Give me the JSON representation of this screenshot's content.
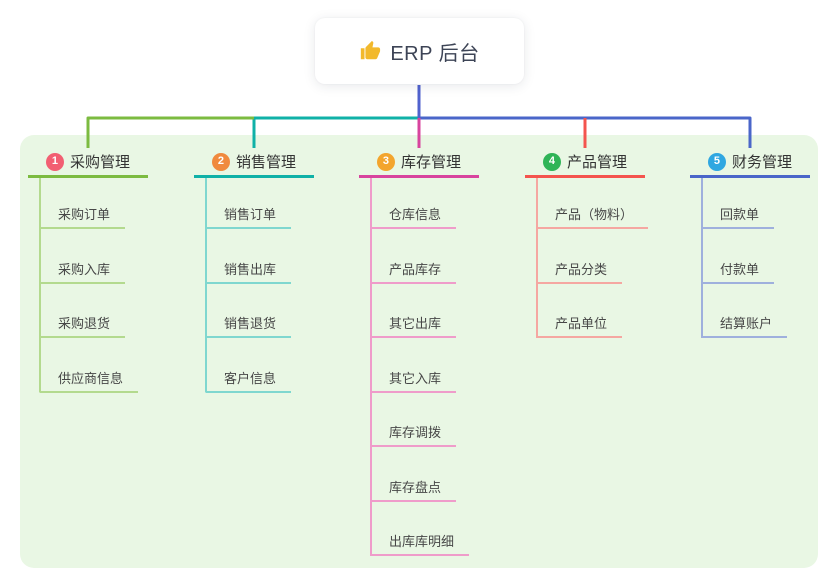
{
  "app": {
    "root_title": "ERP 后台",
    "root_icon": "thumbs-up-icon"
  },
  "palette": {
    "canvas_bg": "#ffffff",
    "panel_bg": "#e9f7e4",
    "root_connector": "#5062ce",
    "title_text": "#333333",
    "child_text": "#474747",
    "root_text": "#3d4456",
    "thumb_icon": "#f2b92c"
  },
  "branches": [
    {
      "number": "1",
      "title": "采购管理",
      "badge_color": "#f25f72",
      "line_color": "#7cbb40",
      "child_line_color": "#b3da8e",
      "children": [
        "采购订单",
        "采购入库",
        "采购退货",
        "供应商信息"
      ]
    },
    {
      "number": "2",
      "title": "销售管理",
      "badge_color": "#f08a3e",
      "line_color": "#10b1a7",
      "child_line_color": "#7fd7cf",
      "children": [
        "销售订单",
        "销售出库",
        "销售退货",
        "客户信息"
      ]
    },
    {
      "number": "3",
      "title": "库存管理",
      "badge_color": "#f3a52d",
      "line_color": "#d8449e",
      "child_line_color": "#ef9cca",
      "children": [
        "仓库信息",
        "产品库存",
        "其它出库",
        "其它入库",
        "库存调拨",
        "库存盘点",
        "出库库明细"
      ]
    },
    {
      "number": "4",
      "title": "产品管理",
      "badge_color": "#2fb457",
      "line_color": "#f4544e",
      "child_line_color": "#f5a7a1",
      "children": [
        "产品（物料）",
        "产品分类",
        "产品单位"
      ]
    },
    {
      "number": "5",
      "title": "财务管理",
      "badge_color": "#2fa7e1",
      "line_color": "#4a66c9",
      "child_line_color": "#9fb0dd",
      "children": [
        "回款单",
        "付款单",
        "结算账户"
      ]
    }
  ]
}
